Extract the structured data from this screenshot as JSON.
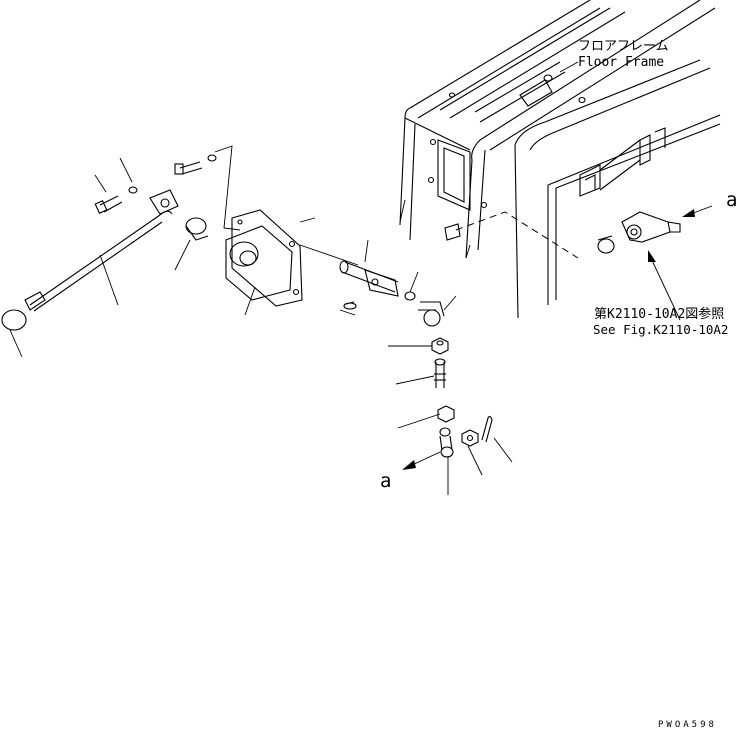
{
  "labels": {
    "floor_frame_jp": "フロアフレーム",
    "floor_frame_en": "Floor Frame",
    "ref_jp": "第K2110-10A2図参照",
    "ref_en": "See Fig.K2110-10A2",
    "arrow_a_right": "a",
    "arrow_a_left": "a",
    "drawing_code": "PWOA598"
  }
}
